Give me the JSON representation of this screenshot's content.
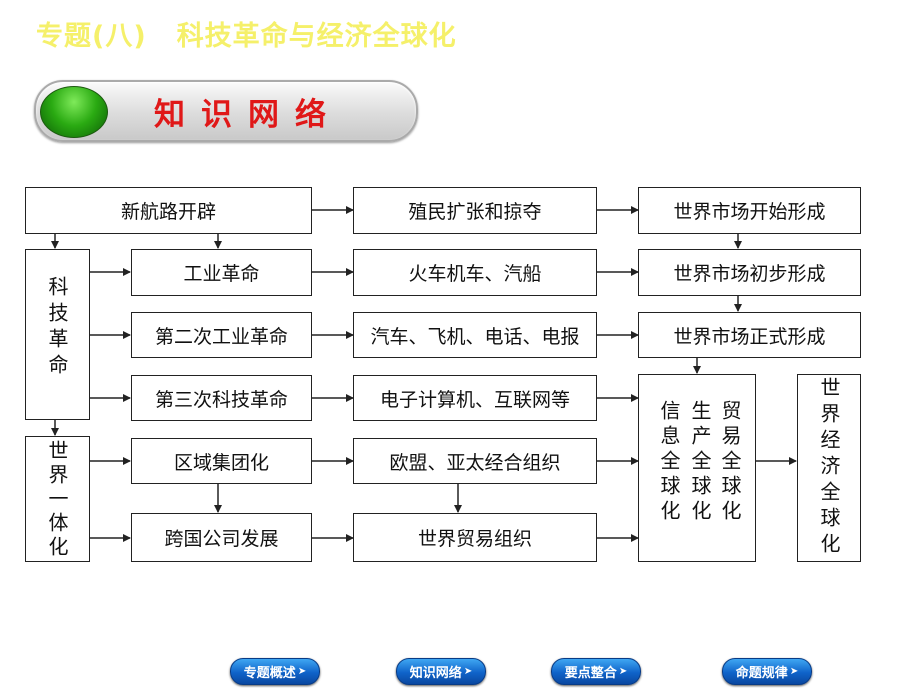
{
  "header": {
    "title_part1": "专题(八)",
    "title_part2": "科技革命与经济全球化"
  },
  "section_pill": {
    "label": "知识网络"
  },
  "diagram": {
    "left_blocks": {
      "tech_revolution": "科技革命",
      "world_integration": "世界一体化"
    },
    "col1": {
      "r1": "新航路开辟",
      "r2": "工业革命",
      "r3": "第二次工业革命",
      "r4": "第三次科技革命",
      "r5": "区域集团化",
      "r6": "跨国公司发展"
    },
    "col2": {
      "r1": "殖民扩张和掠夺",
      "r2": "火车机车、汽船",
      "r3": "汽车、飞机、电话、电报",
      "r4": "电子计算机、互联网等",
      "r5": "欧盟、亚太经合组织",
      "r6": "世界贸易组织"
    },
    "col3": {
      "r1": "世界市场开始形成",
      "r2": "世界市场初步形成",
      "r3": "世界市场正式形成",
      "info": "信息全球化",
      "production": "生产全球化",
      "trade": "贸易全球化"
    },
    "final": "世界经济全球化"
  },
  "nav": [
    {
      "label": "专题概述",
      "icon": "chevron-right-icon"
    },
    {
      "label": "知识网络",
      "icon": "chevron-right-icon"
    },
    {
      "label": "要点整合",
      "icon": "chevron-right-icon"
    },
    {
      "label": "命题规律",
      "icon": "chevron-right-icon"
    }
  ],
  "colors": {
    "title": "#f5f06a",
    "pill_label": "#e01818",
    "nav_button": "#0f63c9"
  }
}
